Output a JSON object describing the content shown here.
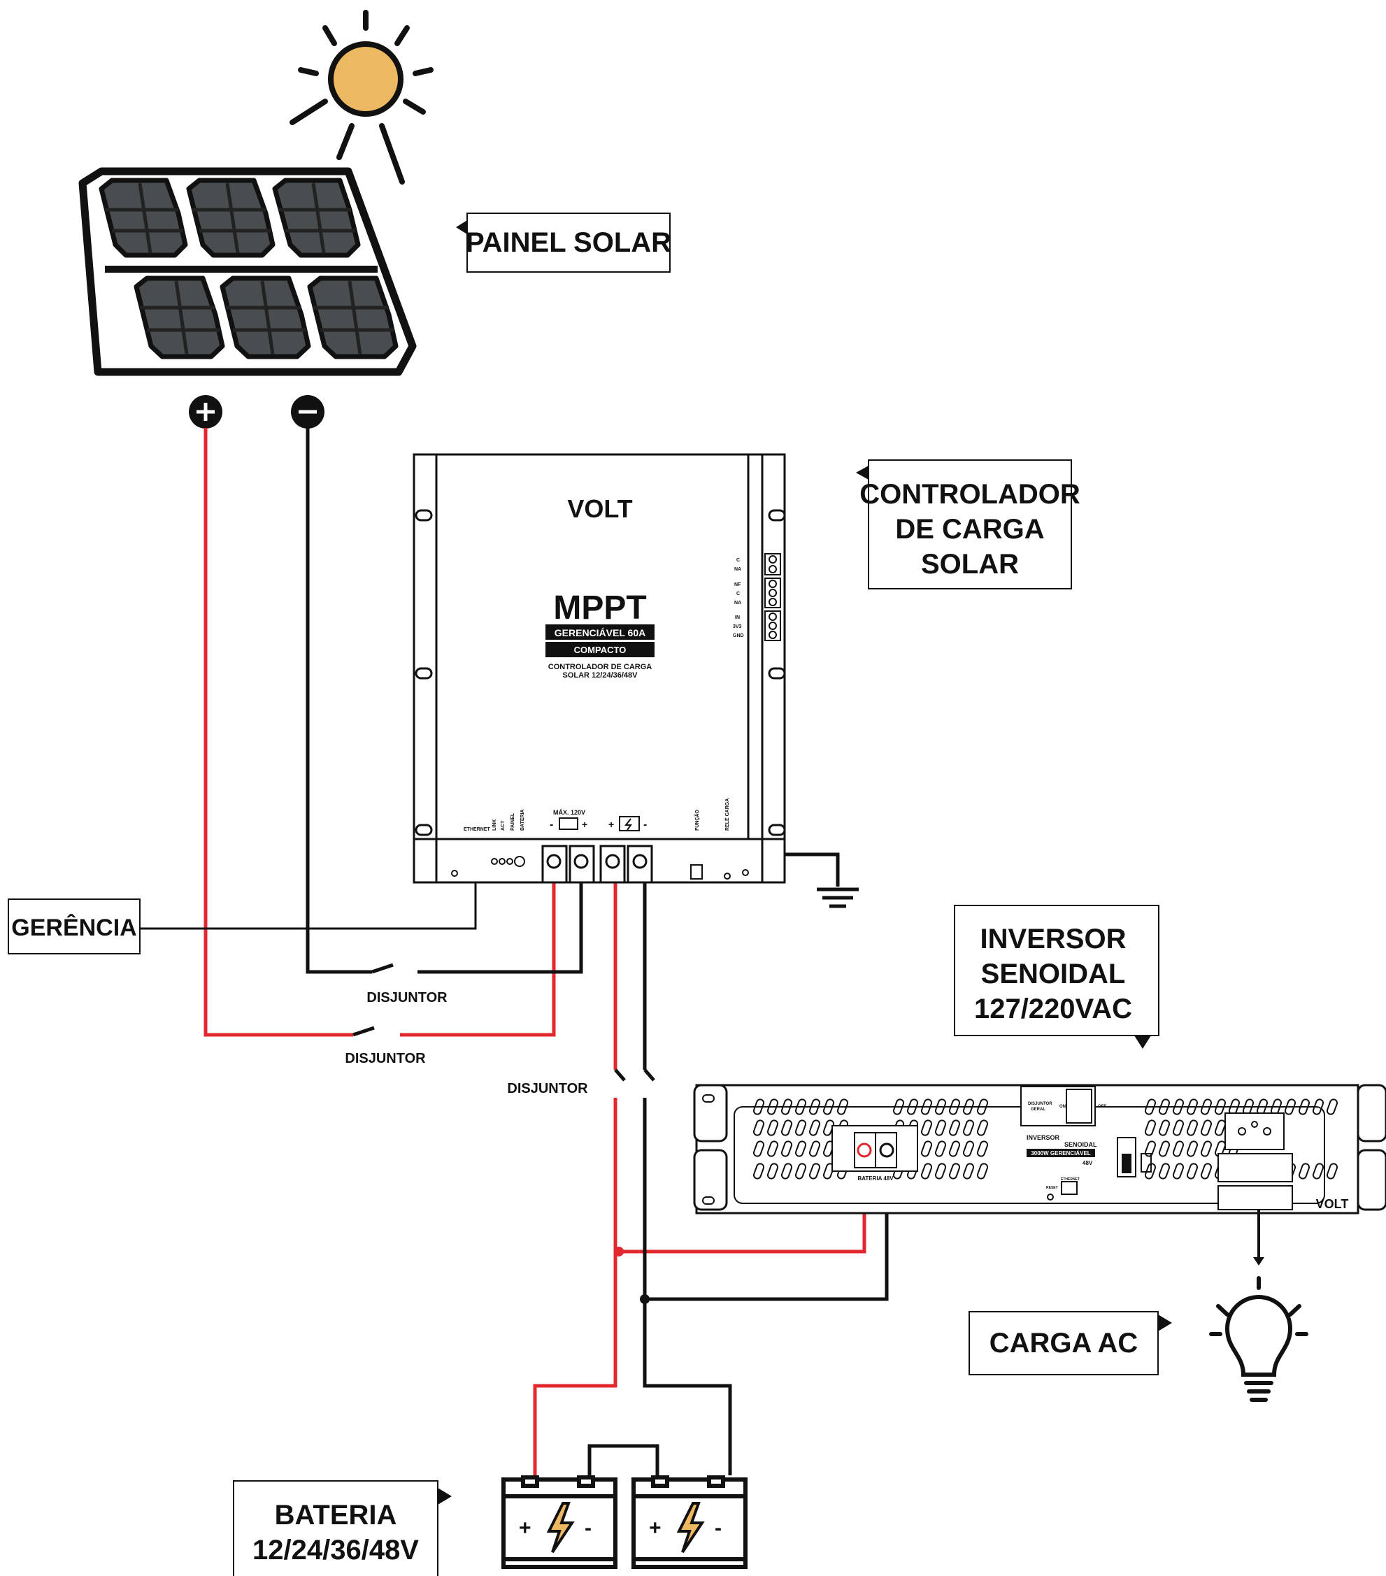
{
  "labels": {
    "painel_solar": "PAINEL SOLAR",
    "controlador_l1": "CONTROLADOR",
    "controlador_l2": "DE CARGA",
    "controlador_l3": "SOLAR",
    "gerencia": "GERÊNCIA",
    "inversor_l1": "INVERSOR",
    "inversor_l2": "SENOIDAL",
    "inversor_l3": "127/220VAC",
    "carga_ac": "CARGA AC",
    "bateria_l1": "BATERIA",
    "bateria_l2": "12/24/36/48V",
    "disjuntor_1": "DISJUNTOR",
    "disjuntor_2": "DISJUNTOR",
    "disjuntor_3": "DISJUNTOR"
  },
  "controller": {
    "brand": "VOLT",
    "model": "MPPT",
    "band1": "GERENCIÁVEL 60A",
    "band2": "COMPACTO",
    "desc_l1": "CONTROLADOR DE CARGA",
    "desc_l2": "SOLAR 12/24/36/48V",
    "max_voltage": "MÁX. 120V",
    "port_ethernet": "ETHERNET",
    "led_link": "LINK",
    "led_act": "ACT",
    "led_painel": "PAINEL",
    "led_bateria": "BATERIA",
    "port_funcao": "FUNÇÃO",
    "port_rele_carga": "RELÉ CARGA",
    "side_c1": "C",
    "side_na1": "NA",
    "side_nf": "NF",
    "side_c2": "C",
    "side_na2": "NA",
    "side_in": "IN",
    "side_3v3": "3V3",
    "side_gnd": "GND"
  },
  "inverter": {
    "brand": "VOLT",
    "name_l1": "INVERSOR",
    "name_l2": "SENOIDAL",
    "name_l3": "3000W GERENCIÁVEL",
    "name_l4": "48V",
    "battery_label": "BATERIA 48V",
    "breaker_label_l1": "DISJUNTOR",
    "breaker_label_l2": "GERAL",
    "on": "ON",
    "off": "OFF",
    "ethernet": "ETHERNET",
    "reset": "RESET"
  },
  "colors": {
    "positive_wire": "#e3272f",
    "negative_wire": "#111111",
    "sun": "#edb862",
    "panel_cell": "#4a4d4f",
    "panel_side": "#3faa5a",
    "line": "#111111"
  },
  "icons": [
    "sun-icon",
    "solar-panel-icon",
    "plus-icon",
    "minus-icon",
    "ground-icon",
    "light-bulb-icon",
    "battery-icon"
  ]
}
